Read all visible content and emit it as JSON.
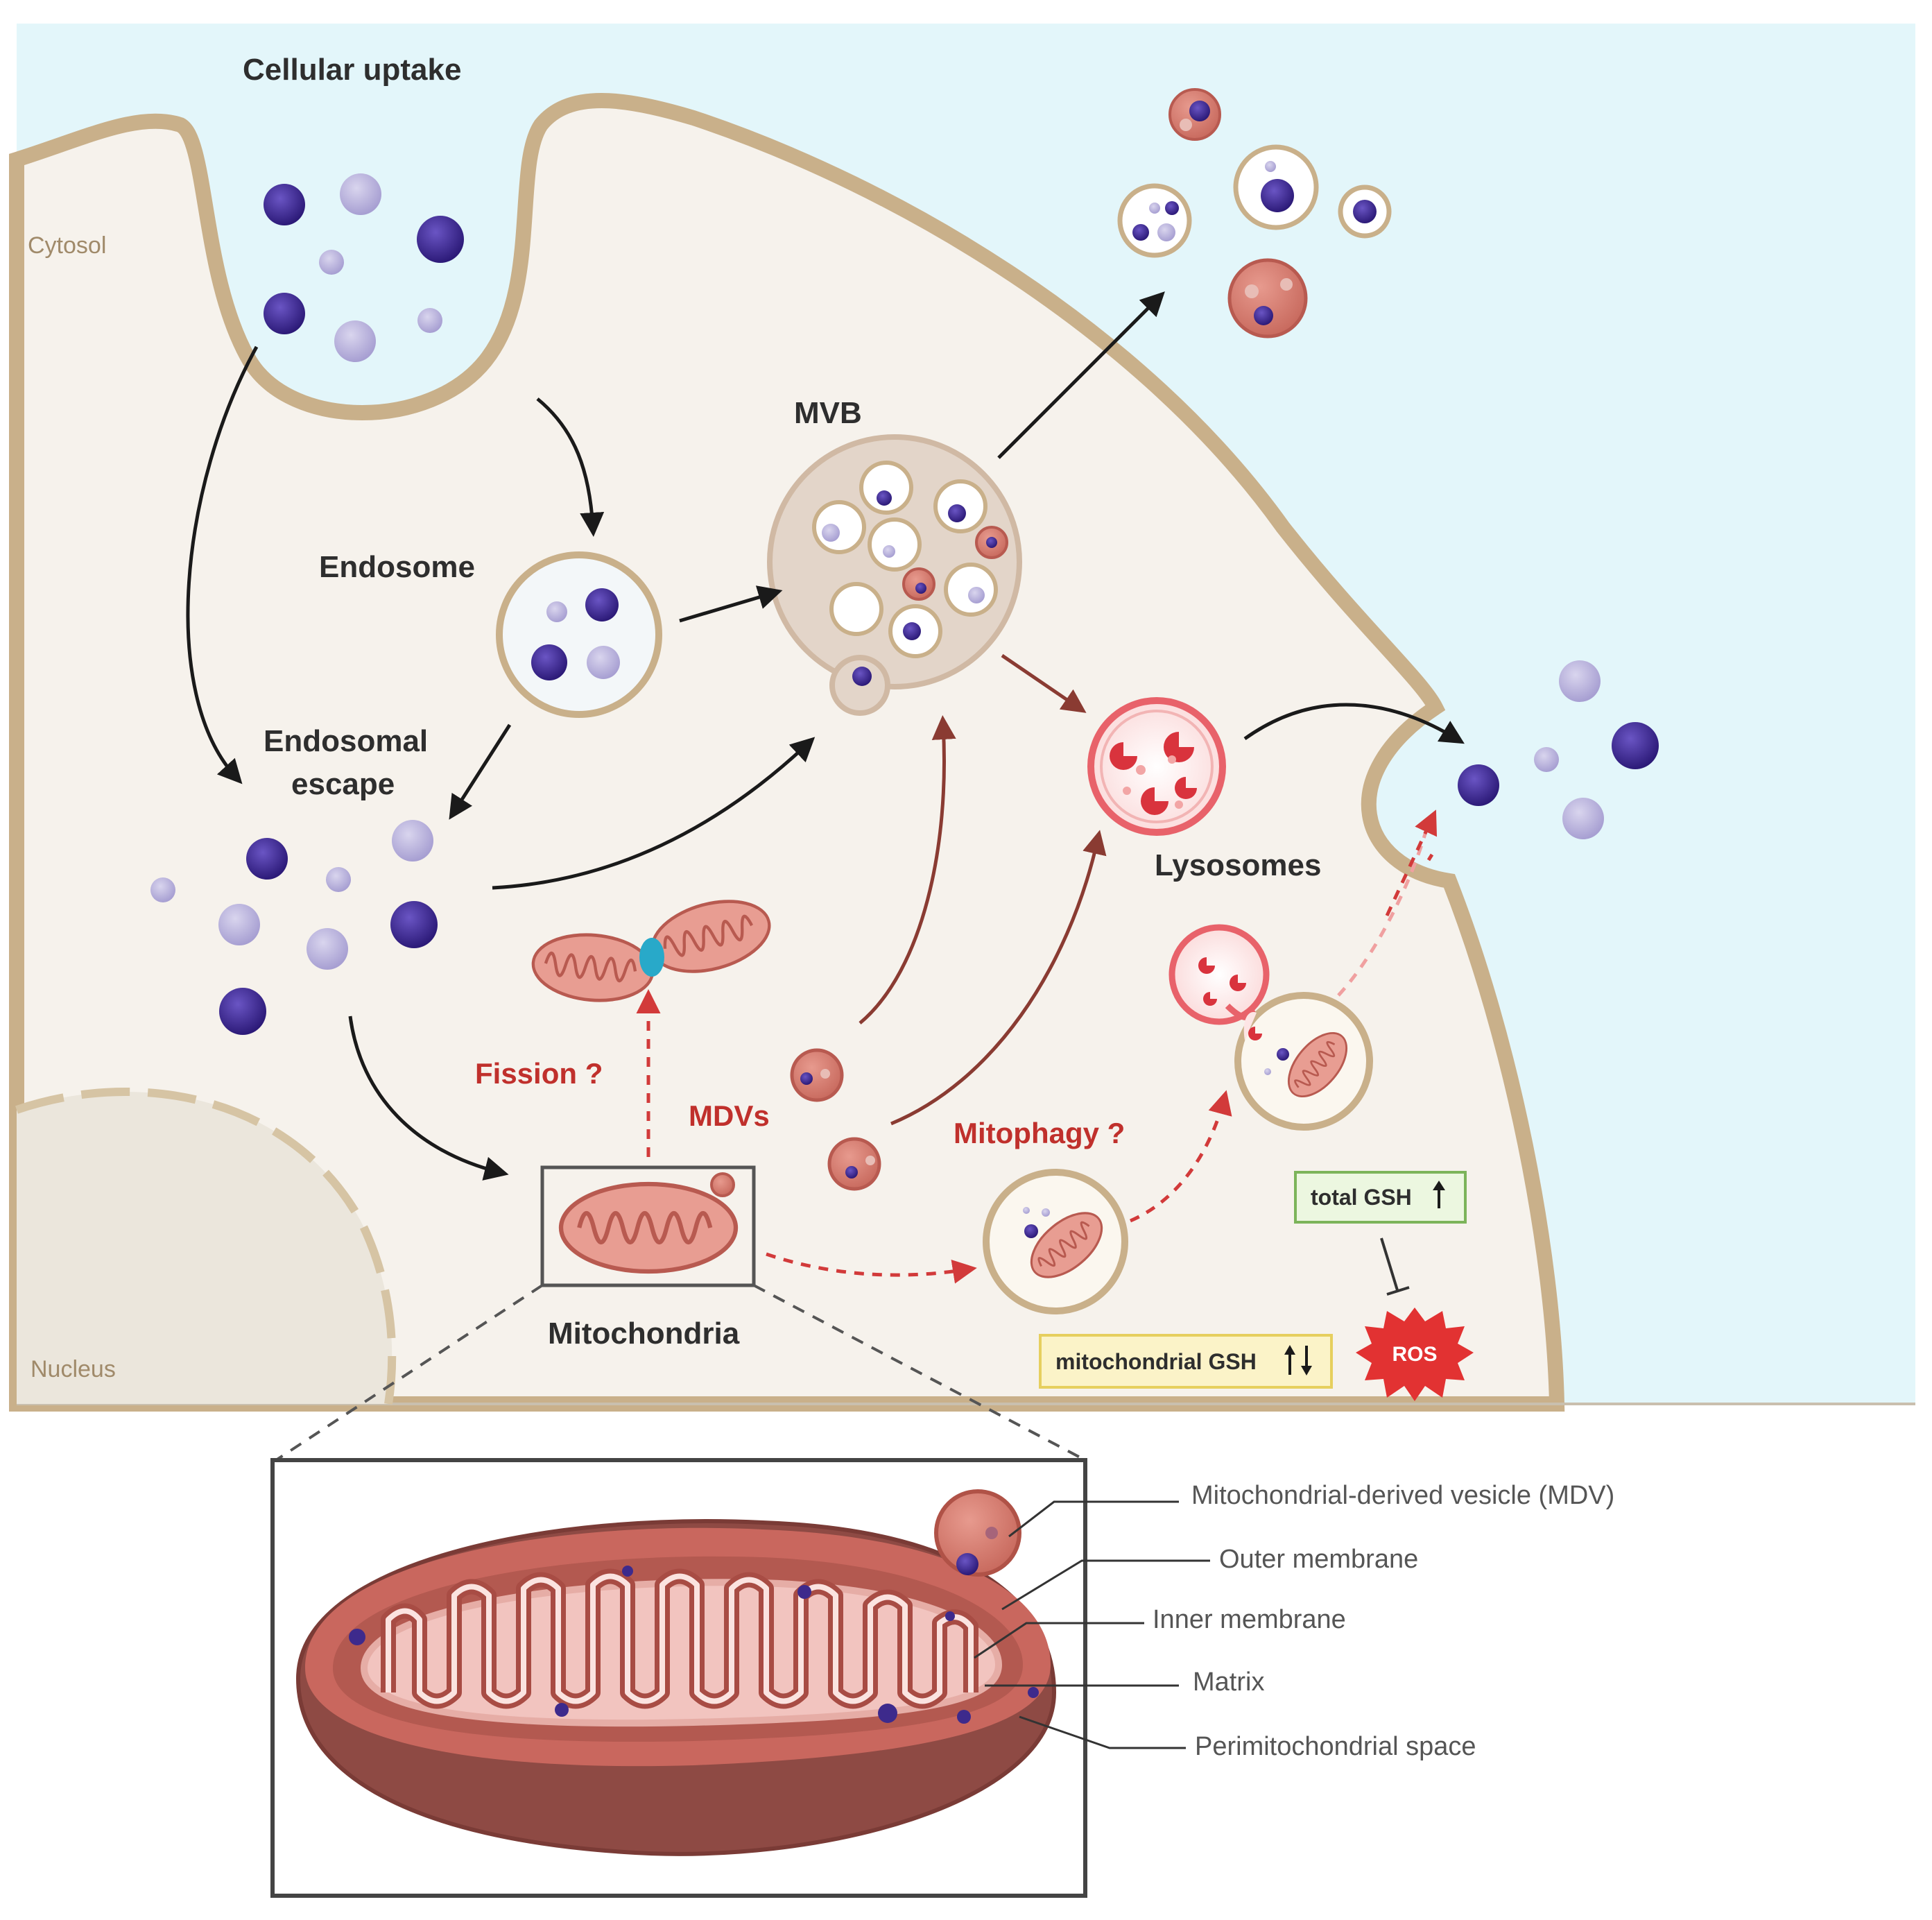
{
  "labels": {
    "cellular_uptake": "Cellular uptake",
    "cytosol": "Cytosol",
    "nucleus": "Nucleus",
    "endosome": "Endosome",
    "endosomal_escape_line1": "Endosomal",
    "endosomal_escape_line2": "escape",
    "mvb": "MVB",
    "lysosomes": "Lysosomes",
    "mitochondria": "Mitochondria",
    "fission": "Fission ?",
    "mdvs": "MDVs",
    "mitophagy": "Mitophagy ?",
    "total_gsh": "total GSH",
    "mitochondrial_gsh": "mitochondrial GSH",
    "ros": "ROS"
  },
  "callouts": [
    "Mitochondrial-derived vesicle (MDV)",
    "Outer membrane",
    "Inner membrane",
    "Matrix",
    "Perimitochondrial space"
  ],
  "colors": {
    "extracellular": "#e3f6fa",
    "cytoplasm": "#f6f2ec",
    "membrane": "#c9b08a",
    "nanoparticle_dark": "#3d2a8c",
    "nanoparticle_light": "#b9b3d8",
    "mitochondria": "#c9675e",
    "lysosome": "#e8626a",
    "red_label": "#c0302c"
  },
  "icons": {
    "total_gsh_arrow": "up-arrow-icon",
    "mito_gsh_arrows": "up-down-arrows-icon",
    "ros_burst": "starburst-icon"
  }
}
